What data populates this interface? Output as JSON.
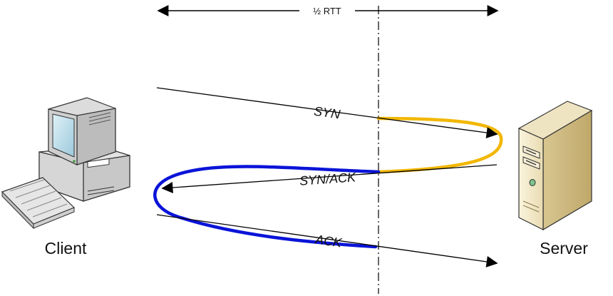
{
  "diagram": {
    "rtt_label": "½ RTT",
    "client_label": "Client",
    "server_label": "Server",
    "messages": [
      {
        "label": "SYN",
        "from": "client",
        "to": "server"
      },
      {
        "label": "SYN/ACK",
        "from": "server",
        "to": "client"
      },
      {
        "label": "ACK",
        "from": "client",
        "to": "server"
      }
    ]
  },
  "colors": {
    "highlight_yellow": "#F2B705",
    "highlight_blue": "#0A14D8",
    "line": "#000000"
  },
  "icons": {
    "client": "desktop-computer-icon",
    "server": "tower-server-icon"
  }
}
